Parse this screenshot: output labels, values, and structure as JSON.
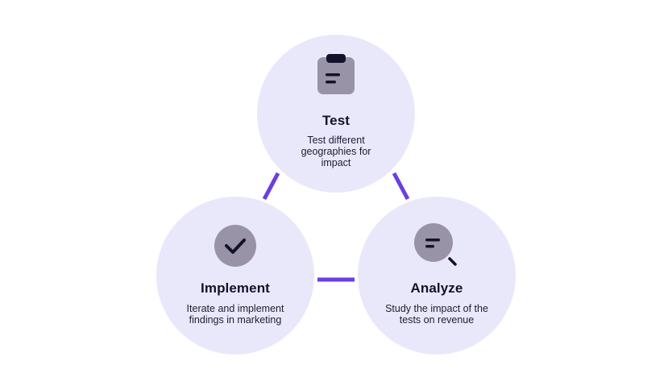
{
  "diagram": {
    "nodes": [
      {
        "id": "test",
        "icon": "clipboard-icon",
        "title": "Test",
        "description": "Test different geographies for impact"
      },
      {
        "id": "implement",
        "icon": "checkmark-icon",
        "title": "Implement",
        "description": "Iterate and implement findings in marketing"
      },
      {
        "id": "analyze",
        "icon": "magnifier-icon",
        "title": "Analyze",
        "description": "Study the impact of the tests on revenue"
      }
    ],
    "colors": {
      "circle_fill": "#e9e8fb",
      "connector": "#6a3fe0",
      "icon_fill": "#9893a6",
      "icon_dark": "#14122b"
    }
  }
}
